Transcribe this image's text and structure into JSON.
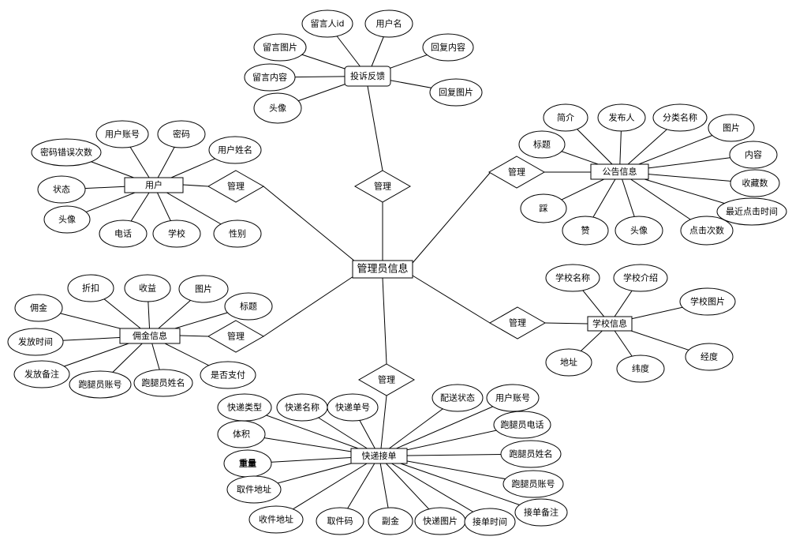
{
  "center": {
    "name": "管理员信息"
  },
  "entities": {
    "complaint": {
      "name": "投诉反馈",
      "relation": "管理",
      "attributes": [
        "留言人id",
        "用户名",
        "留言图片",
        "回复内容",
        "留言内容",
        "回复图片",
        "头像"
      ]
    },
    "notice": {
      "name": "公告信息",
      "relation": "管理",
      "attributes": [
        "简介",
        "发布人",
        "分类名称",
        "图片",
        "标题",
        "内容",
        "收藏数",
        "踩",
        "最近点击时间",
        "赞",
        "头像",
        "点击次数"
      ]
    },
    "user": {
      "name": "用户",
      "relation": "管理",
      "attributes": [
        "用户账号",
        "密码",
        "密码错误次数",
        "用户姓名",
        "状态",
        "头像",
        "电话",
        "学校",
        "性别"
      ]
    },
    "school": {
      "name": "学校信息",
      "relation": "管理",
      "attributes": [
        "学校名称",
        "学校介绍",
        "学校图片",
        "地址",
        "纬度",
        "经度"
      ]
    },
    "commission": {
      "name": "佣金信息",
      "relation": "管理",
      "attributes": [
        "折扣",
        "收益",
        "图片",
        "佣金",
        "标题",
        "发放时间",
        "发放备注",
        "跑腿员账号",
        "跑腿员姓名",
        "是否支付"
      ]
    },
    "delivery": {
      "name": "快递接单",
      "relation": "管理",
      "attributes": [
        "快递类型",
        "快递名称",
        "快递单号",
        "配送状态",
        "用户账号",
        "体积",
        "跑腿员电话",
        "重量",
        "跑腿员姓名",
        "取件地址",
        "跑腿员账号",
        "接单备注",
        "收件地址",
        "取件码",
        "副金",
        "快递图片",
        "接单时间"
      ]
    }
  }
}
